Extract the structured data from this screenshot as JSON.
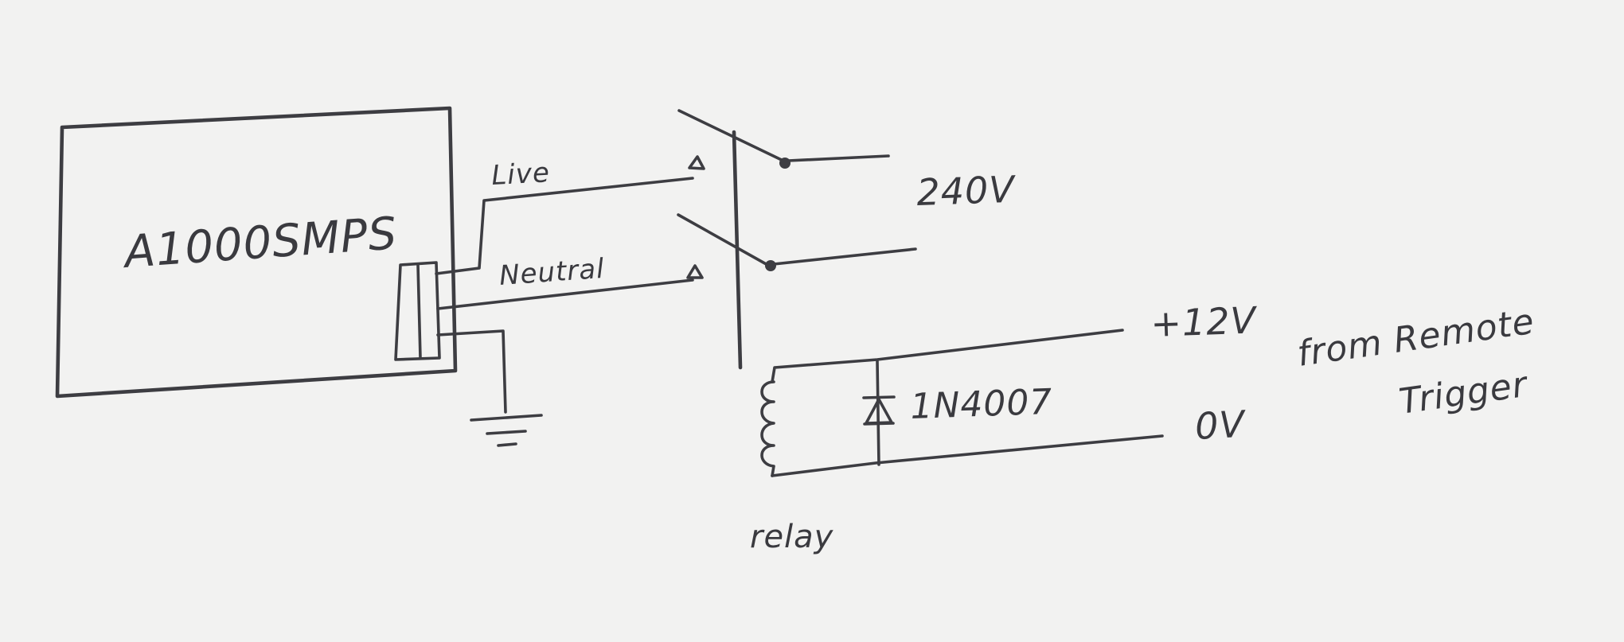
{
  "diagram": {
    "supply_label": "A1000SMPS",
    "live_label": "Live",
    "neutral_label": "Neutral",
    "mains_label": "240V",
    "plus12_label": "+12V",
    "zero_v_label": "0V",
    "diode_label": "1N4007",
    "relay_label": "relay",
    "from_label": "from Remote",
    "trigger_label": "Trigger"
  },
  "colors": {
    "paper": "#f2f2f1",
    "ink": "#3d3d42"
  }
}
